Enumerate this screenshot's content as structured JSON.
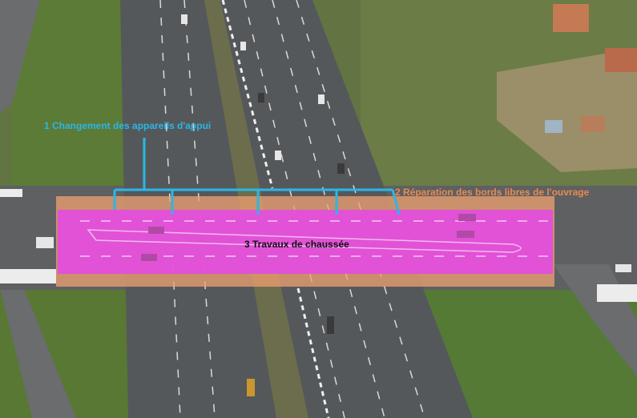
{
  "annotations": [
    {
      "number": "1",
      "label": "1 Changement des appareils d'appui",
      "color": "#2bb7e6"
    },
    {
      "number": "2",
      "label": "2 Réparation des bords libres de l'ouvrage",
      "color": "#e98a52"
    },
    {
      "number": "3",
      "label": "3 Travaux de chaussée",
      "color": "#111111"
    }
  ],
  "colors": {
    "bridge_edges": "#f0a070",
    "roadway_highlight": "#e34ddf",
    "bearing_marker": "#2bb7e6",
    "road": "#5d5f61",
    "grass": "#5b7a3a",
    "field": "#8aa060"
  }
}
